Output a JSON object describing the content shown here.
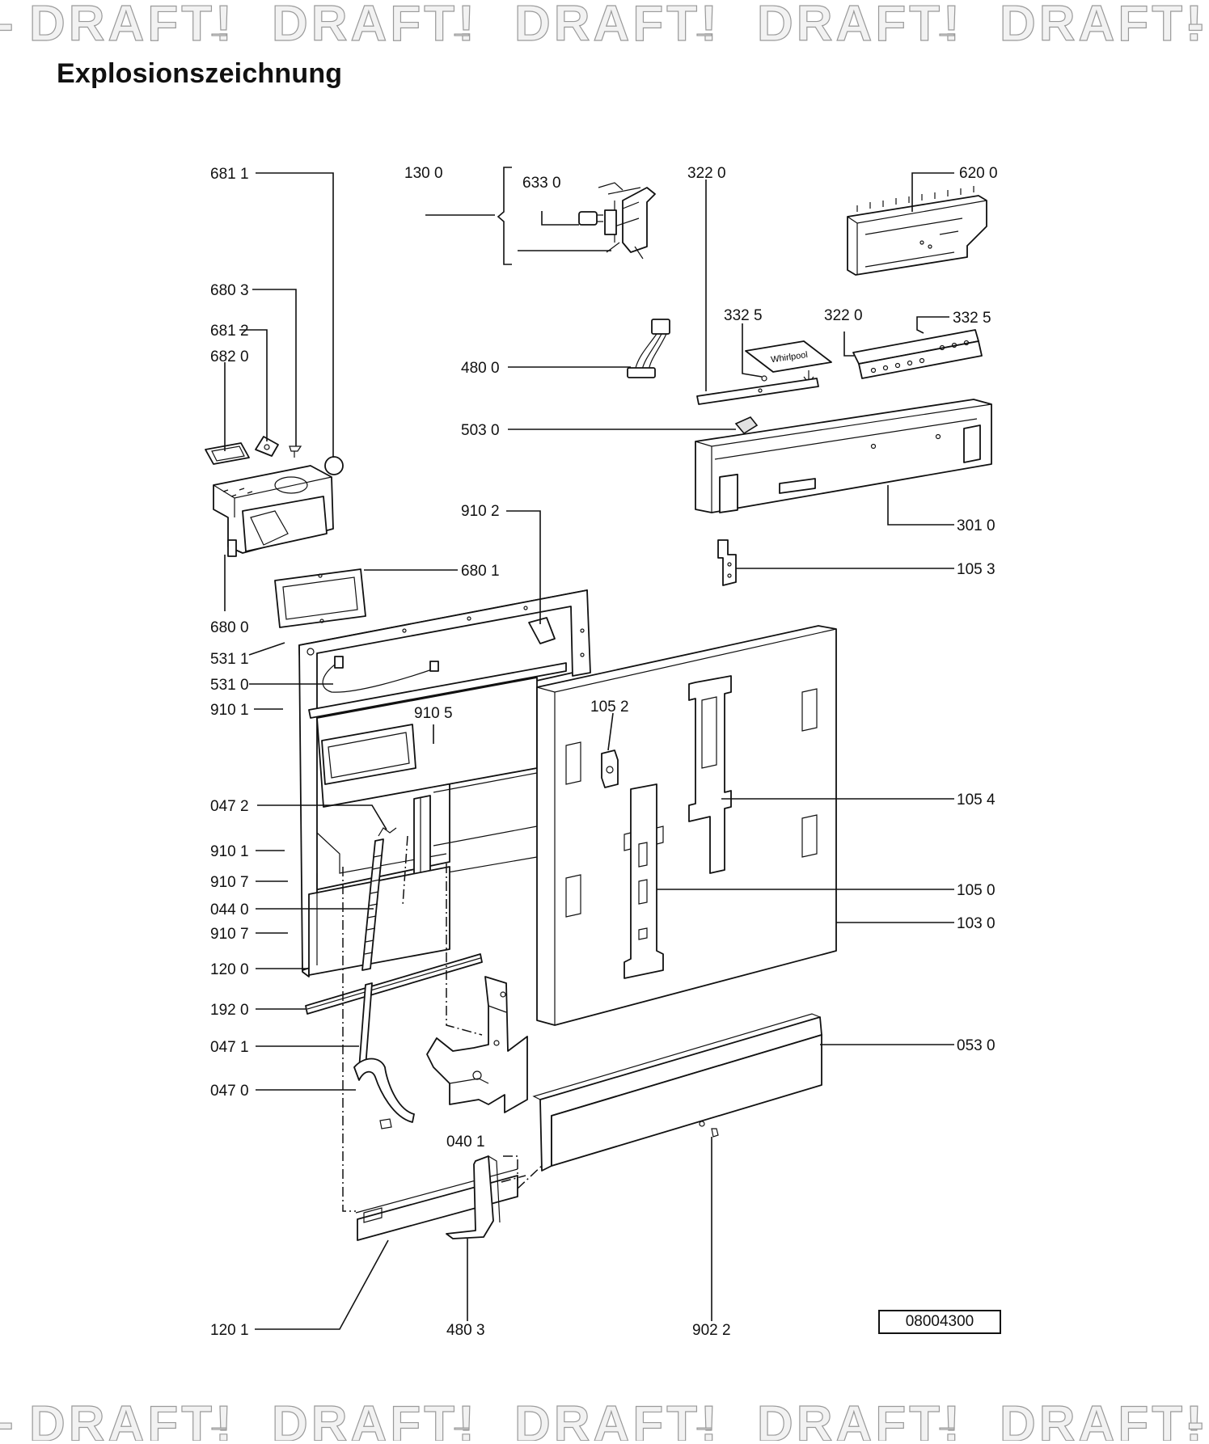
{
  "watermark": {
    "text": "DRAFT!",
    "repeats": 5
  },
  "title": "Explosionszeichnung",
  "document_number": "08004300",
  "parts": {
    "p6811": "681 1",
    "p1300": "130 0",
    "p6330": "633 0",
    "p3220a": "322 0",
    "p6200": "620 0",
    "p6803": "680 3",
    "p6812": "681 2",
    "p6820": "682 0",
    "p3325a": "332 5",
    "p3220b": "322  0",
    "p3325b": "332  5",
    "p4800": "480 0",
    "p5030": "503  0",
    "p9102": "910 2",
    "p3010": "301 0",
    "p1053": "105 3",
    "p6801": "680 1",
    "p6800": "680 0",
    "p5311": "531 1",
    "p5310": "531 0",
    "p9101a": "910 1",
    "p9105": "910 5",
    "p1052": "105 2",
    "p0472": "047 2",
    "p1054": "105 4",
    "p9101b": "910 1",
    "p9107a": "910 7",
    "p0440": "044 0",
    "p1050": "105 0",
    "p9107b": "910 7",
    "p1030": "103 0",
    "p1200": "120 0",
    "p1920": "192 0",
    "p0471": "047 1",
    "p0530": "053 0",
    "p0470": "047 0",
    "p0401": "040 1",
    "p1201": "120 1",
    "p4803": "480 3",
    "p9022": "902 2"
  },
  "product_label": "Whirlpool"
}
